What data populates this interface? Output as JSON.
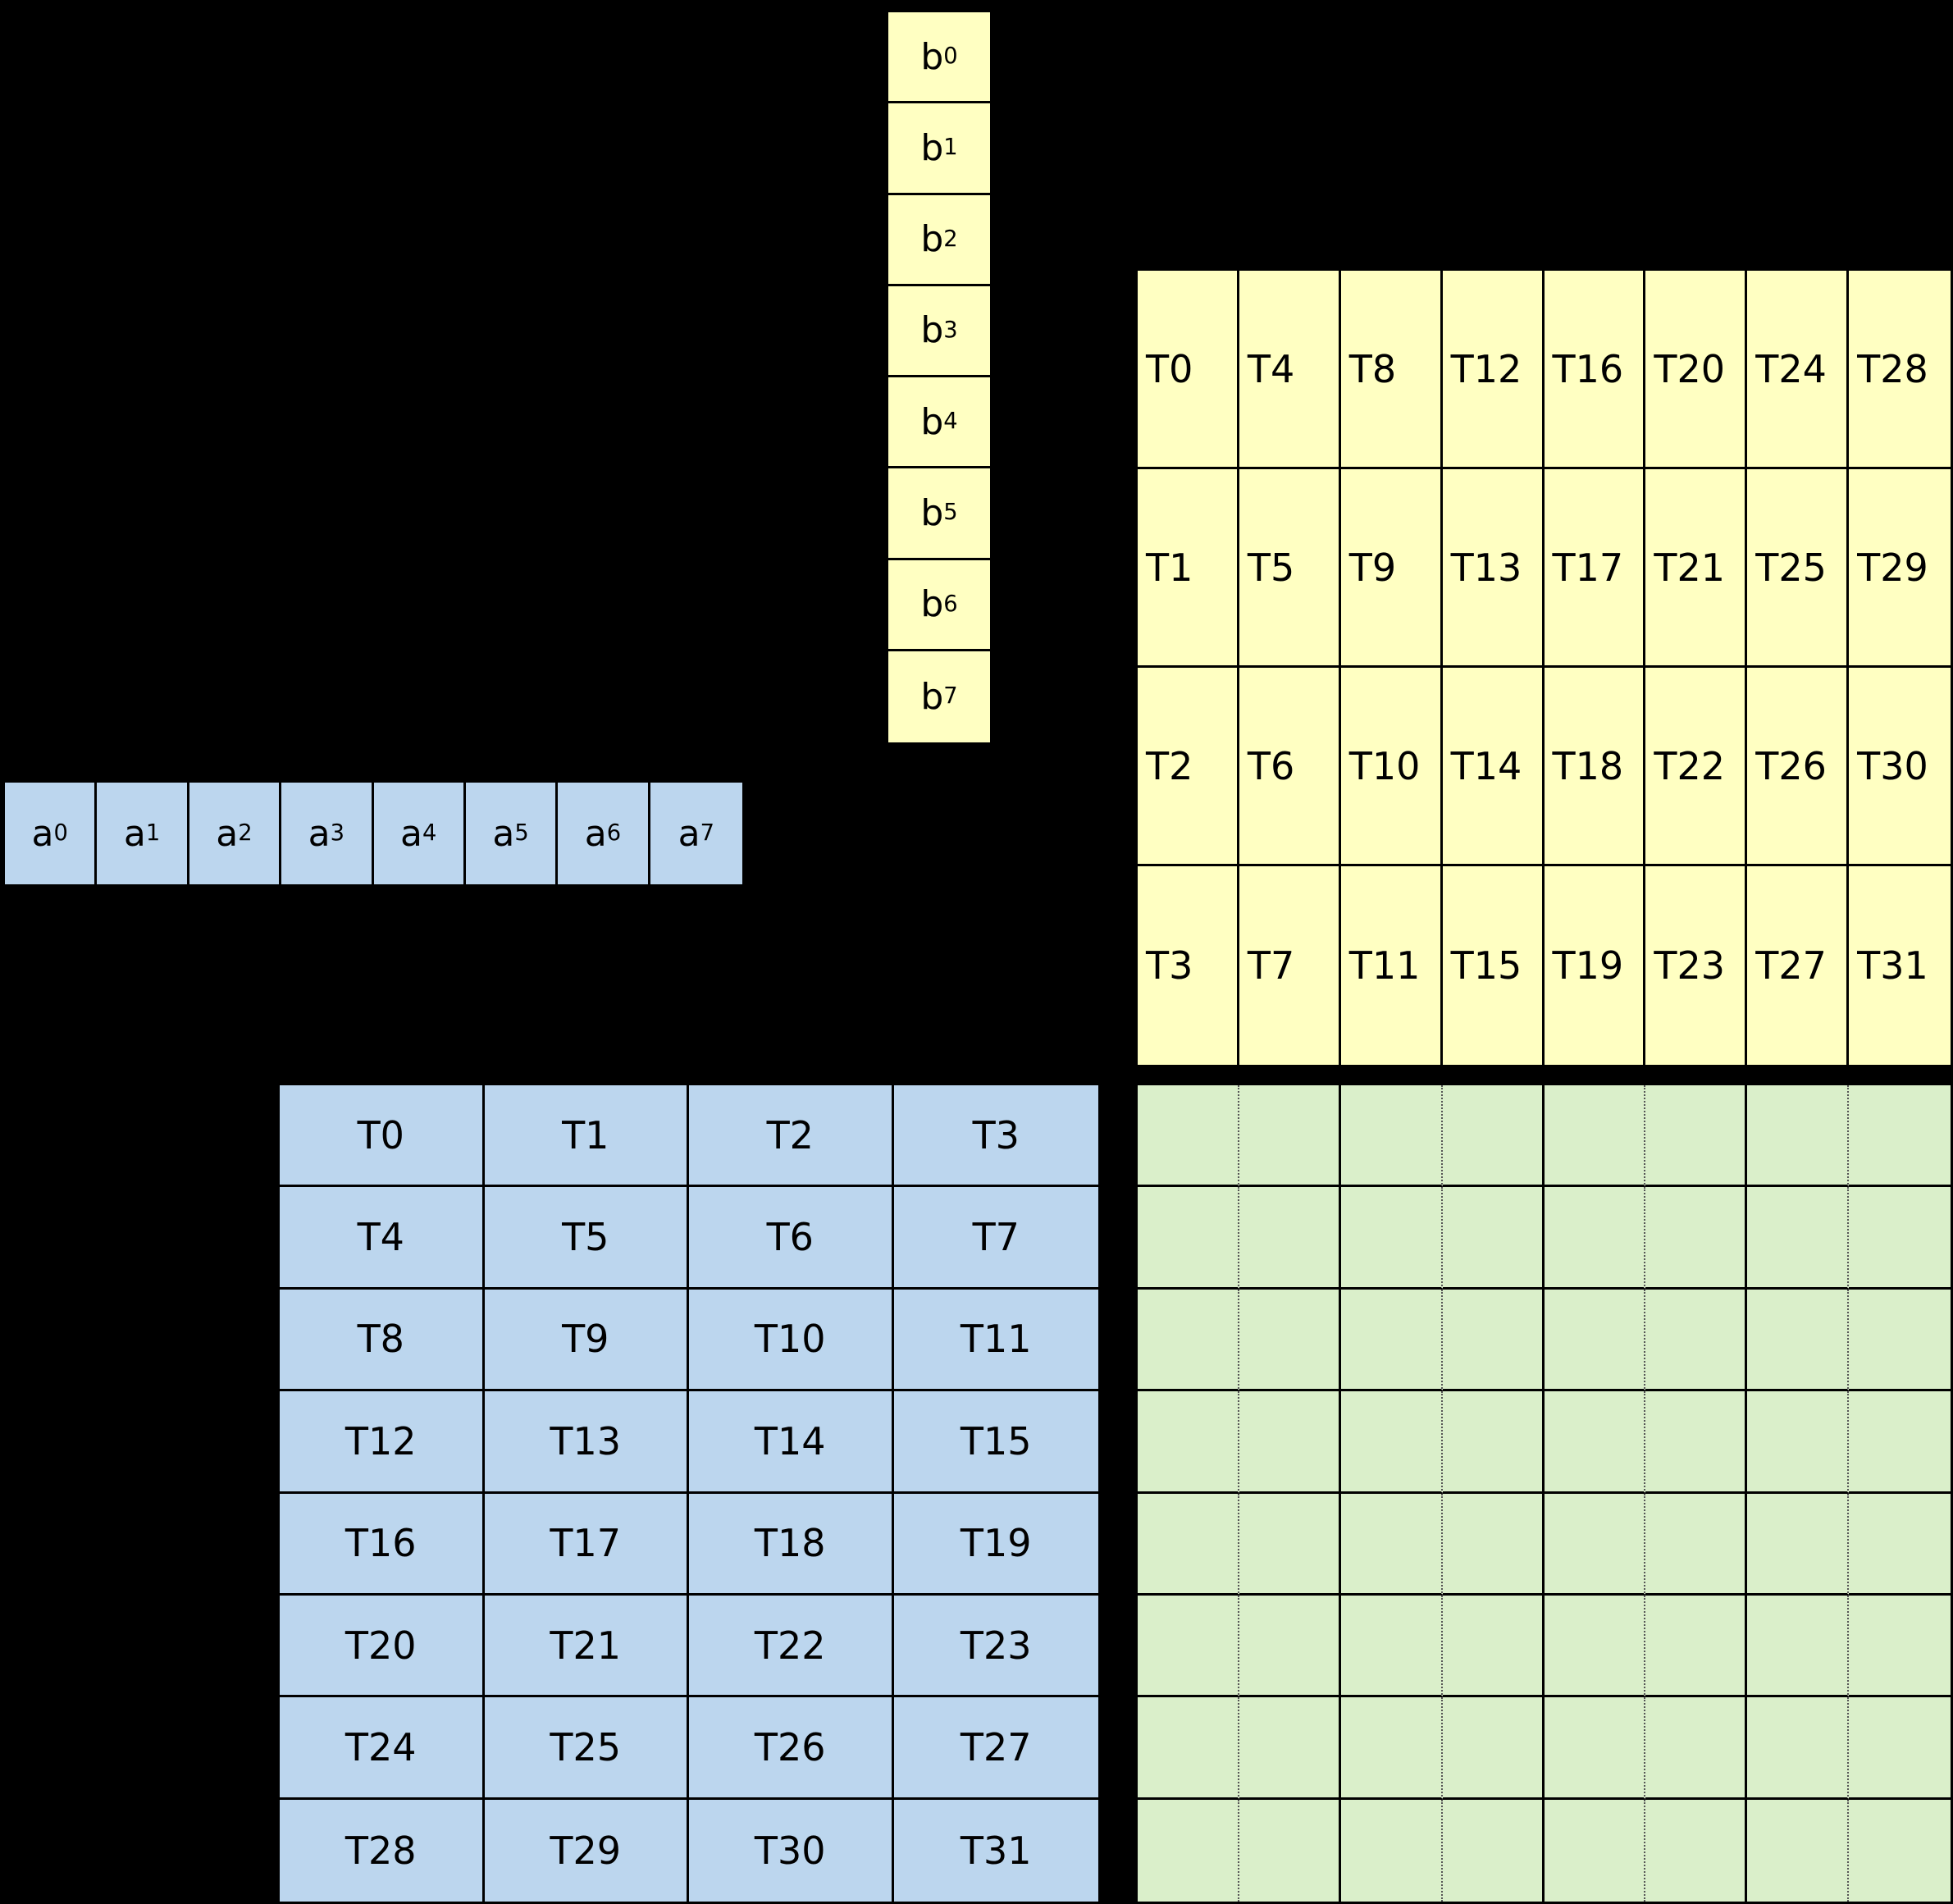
{
  "colors": {
    "background": "#000000",
    "yellow": "#ffffc2",
    "blue": "#bcd6ee",
    "green": "#daefca",
    "border": "#000000"
  },
  "b_vector": {
    "cells": [
      {
        "base": "b",
        "sub": "0"
      },
      {
        "base": "b",
        "sub": "1"
      },
      {
        "base": "b",
        "sub": "2"
      },
      {
        "base": "b",
        "sub": "3"
      },
      {
        "base": "b",
        "sub": "4"
      },
      {
        "base": "b",
        "sub": "5"
      },
      {
        "base": "b",
        "sub": "6"
      },
      {
        "base": "b",
        "sub": "7"
      }
    ]
  },
  "a_vector": {
    "cells": [
      {
        "base": "a",
        "sub": "0"
      },
      {
        "base": "a",
        "sub": "1"
      },
      {
        "base": "a",
        "sub": "2"
      },
      {
        "base": "a",
        "sub": "3"
      },
      {
        "base": "a",
        "sub": "4"
      },
      {
        "base": "a",
        "sub": "5"
      },
      {
        "base": "a",
        "sub": "6"
      },
      {
        "base": "a",
        "sub": "7"
      }
    ]
  },
  "yellow_grid": {
    "rows": [
      [
        "T0",
        "T4",
        "T8",
        "T12",
        "T16",
        "T20",
        "T24",
        "T28"
      ],
      [
        "T1",
        "T5",
        "T9",
        "T13",
        "T17",
        "T21",
        "T25",
        "T29"
      ],
      [
        "T2",
        "T6",
        "T10",
        "T14",
        "T18",
        "T22",
        "T26",
        "T30"
      ],
      [
        "T3",
        "T7",
        "T11",
        "T15",
        "T19",
        "T23",
        "T27",
        "T31"
      ]
    ]
  },
  "blue_grid": {
    "rows": [
      [
        "T0",
        "T1",
        "T2",
        "T3"
      ],
      [
        "T4",
        "T5",
        "T6",
        "T7"
      ],
      [
        "T8",
        "T9",
        "T10",
        "T11"
      ],
      [
        "T12",
        "T13",
        "T14",
        "T15"
      ],
      [
        "T16",
        "T17",
        "T18",
        "T19"
      ],
      [
        "T20",
        "T21",
        "T22",
        "T23"
      ],
      [
        "T24",
        "T25",
        "T26",
        "T27"
      ],
      [
        "T28",
        "T29",
        "T30",
        "T31"
      ]
    ]
  },
  "green_grid": {
    "rows": 8,
    "cols": 8,
    "pair_group_size": 2
  }
}
